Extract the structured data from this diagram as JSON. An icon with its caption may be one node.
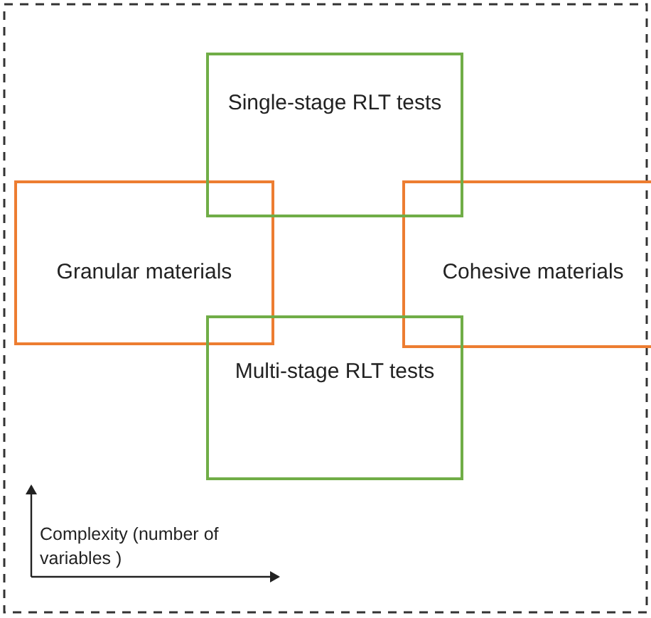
{
  "diagram": {
    "nodes": [
      {
        "text": [
          "Single-stage RLT tests"
        ]
      },
      {
        "text": [
          "Granular materials"
        ]
      },
      {
        "text": [
          "Cohesive materials"
        ]
      },
      {
        "text": [
          "Multi-stage RLT tests"
        ]
      }
    ],
    "edges": [],
    "labels": [
      "Complexity (number of variables )"
    ]
  }
}
